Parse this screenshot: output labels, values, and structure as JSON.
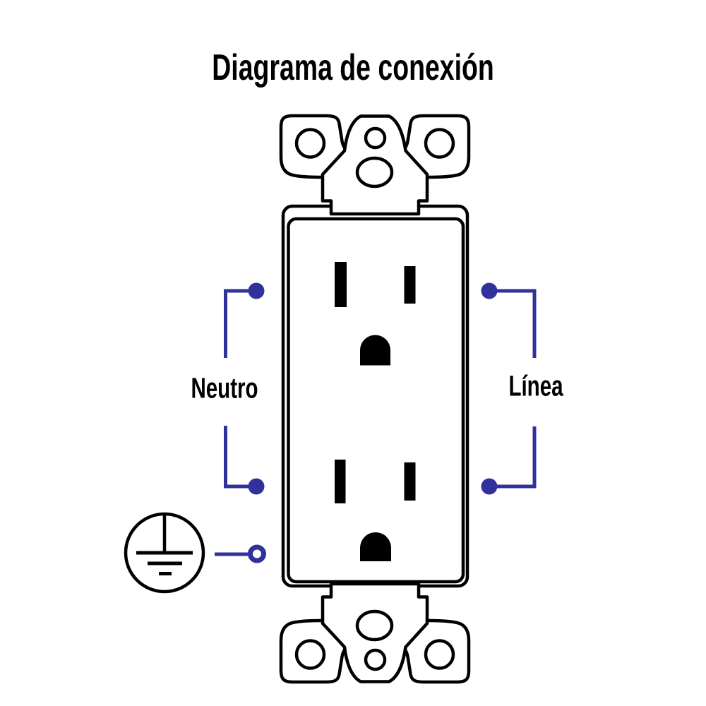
{
  "title": "Diagrama de conexión",
  "labels": {
    "neutral": "Neutro",
    "line": "Línea"
  },
  "colors": {
    "wire": "#31319c",
    "ink": "#000000",
    "background": "#ffffff"
  }
}
